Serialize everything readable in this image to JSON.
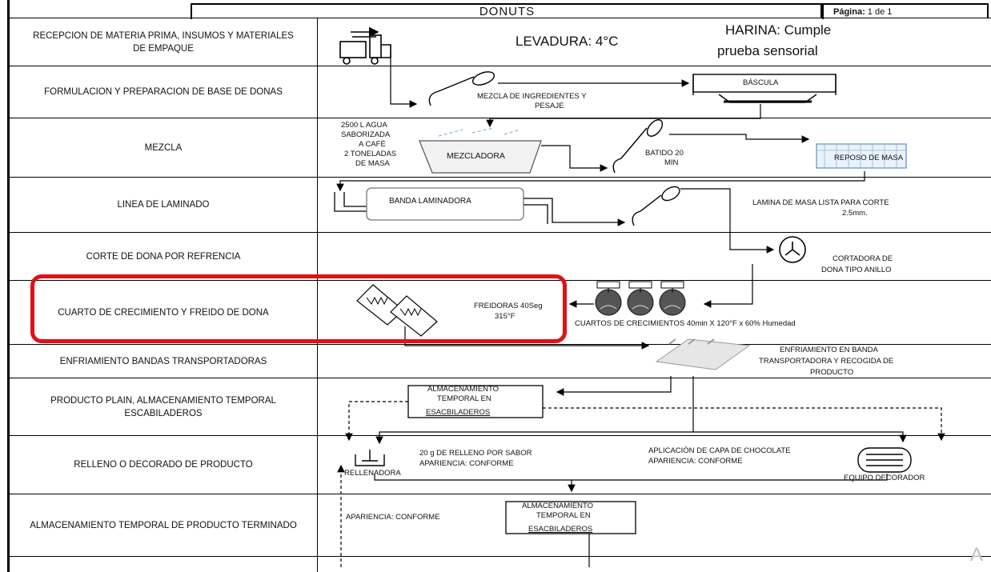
{
  "header": {
    "title": "DONUTS",
    "page_label": "Página:",
    "page_value": "1 de 1"
  },
  "rows": [
    {
      "label": "RECEPCION DE MATERIA PRIMA, INSUMOS Y MATERIALES DE EMPAQUE"
    },
    {
      "label": "FORMULACION Y PREPARACION DE BASE DE DONAS"
    },
    {
      "label": "MEZCLA"
    },
    {
      "label": "LINEA DE LAMINADO"
    },
    {
      "label": "CORTE DE DONA POR REFRENCIA"
    },
    {
      "label": "CUARTO DE CRECIMIENTO Y FREIDO DE DONA"
    },
    {
      "label": "ENFRIAMIENTO BANDAS TRANSPORTADORAS"
    },
    {
      "label": "PRODUCTO PLAIN, ALMACENAMIENTO TEMPORAL ESCABILADEROS"
    },
    {
      "label": "RELLENO O DECORADO DE PRODUCTO"
    },
    {
      "label": "ALMACENAMIENTO TEMPORAL DE PRODUCTO TERMINADO"
    },
    {
      "label": ""
    }
  ],
  "flow": {
    "levadura": "LEVADURA:  4°C",
    "harina_1": "HARINA: Cumple",
    "harina_2": "prueba sensorial",
    "mezcla_ingredientes_1": "MEZCLA DE INGREDIENTES Y",
    "mezcla_ingredientes_2": "PESAJE",
    "bascula": "BÁSCULA",
    "agua_1": "2500 L AGUA",
    "agua_2": "SABORIZADA",
    "agua_3": "A CAFÉ",
    "agua_4": "2 TONELADAS",
    "agua_5": "DE MASA",
    "mezcladora": "MEZCLADORA",
    "batido_1": "BATIDO 20",
    "batido_2": "MIN",
    "reposo": "REPOSO DE MASA",
    "banda_laminadora": "BANDA LAMINADORA",
    "lamina_1": "LAMINA DE MASA LISTA PARA CORTE",
    "lamina_2": "2.5mm.",
    "cortadora_1": "CORTADORA DE",
    "cortadora_2": "DONA TIPO ANILLO",
    "freidoras_1": "FREIDORAS 40Seg",
    "freidoras_2": "315°F",
    "cuartos": "CUARTOS DE CRECIMIENTOS 40min X 120°F x 60% Humedad",
    "enfriamiento_1": "ENFRIAMIENTO EN BANDA",
    "enfriamiento_2": "TRANSPORTADORA Y RECOGIDA DE",
    "enfriamiento_3": "PRODUCTO",
    "alm1_1": "ALMACENAMIENTO",
    "alm1_2": "TEMPORAL EN",
    "alm1_3": "ESACBILADEROS",
    "relleno_1": "20 g DE RELLENO POR SABOR",
    "relleno_2": "APARIENCIA: CONFORME",
    "rellenadora": "RELLENADORA",
    "chocolate_1": "APLICACIÓN DE CAPA DE CHOCOLATE",
    "chocolate_2": "APARIENCIA: CONFORME",
    "decorador": "EQUIPO DECORADOR",
    "apariencia": "APARIENCIA: CONFORME",
    "alm2_1": "ALMACENAMIENTO",
    "alm2_2": "TEMPORAL EN",
    "alm2_3": "ESACBILADEROS",
    "watermark": "A"
  },
  "colors": {
    "highlight": "#e0101a",
    "line": "#000000",
    "ice": "#7fb7e6"
  }
}
